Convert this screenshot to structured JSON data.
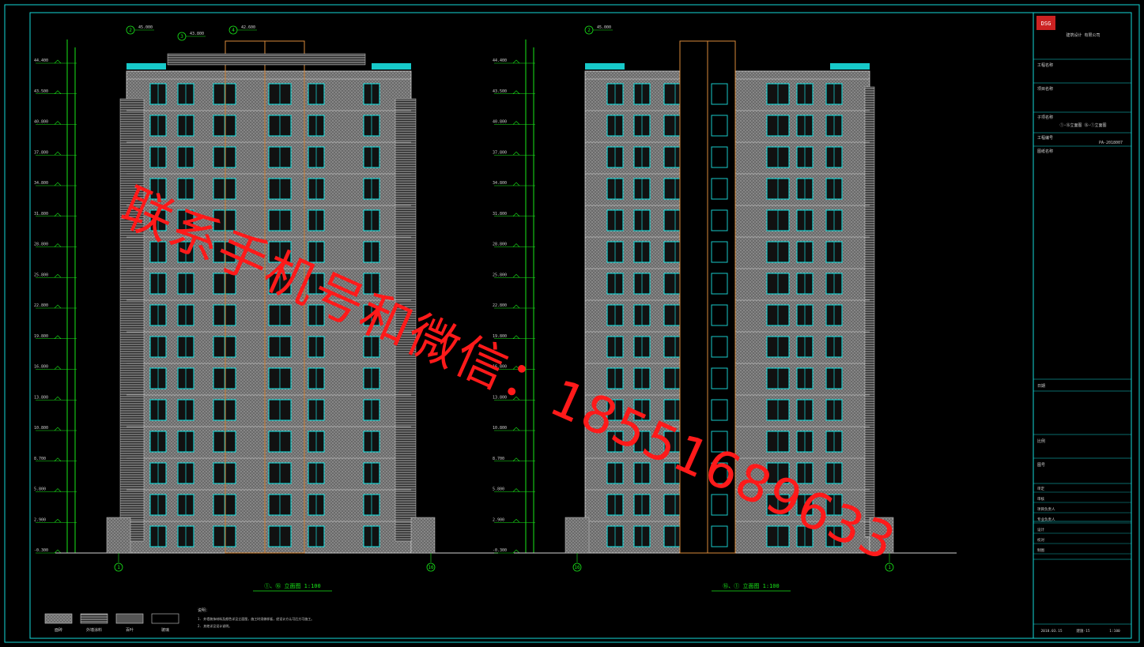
{
  "watermark": {
    "text": "联系手机号和微信：18551689633",
    "color": "#ff1a1a"
  },
  "colors": {
    "frame": "#14d8d8",
    "dimension": "#19e619",
    "facade_lines": "#d0d0d0",
    "window": "#17c9c9",
    "frame_orange": "#d98a3a",
    "background": "#000000"
  },
  "drawings": [
    {
      "id": "left",
      "title": "①、⑯ 立面图 1:100",
      "axis_left": "1",
      "axis_right": "16",
      "floors": 15,
      "levels": [
        "44.400",
        "43.500",
        "40.800",
        "37.800",
        "34.800",
        "31.800",
        "28.800",
        "25.800",
        "22.800",
        "19.800",
        "16.800",
        "13.800",
        "10.800",
        "8.700",
        "5.800",
        "2.900",
        "-0.300"
      ],
      "top_tags": [
        {
          "circle": "2",
          "text": "45.000"
        },
        {
          "circle": "3",
          "text": "43.800"
        },
        {
          "circle": "4",
          "text": "42.600"
        }
      ]
    },
    {
      "id": "right",
      "title": "⑯、① 立面图 1:100",
      "axis_left": "16",
      "axis_right": "1",
      "floors": 15,
      "levels": [
        "44.400",
        "43.500",
        "40.800",
        "37.800",
        "34.800",
        "31.800",
        "28.800",
        "25.800",
        "22.800",
        "19.800",
        "16.800",
        "13.800",
        "10.800",
        "8.700",
        "5.800",
        "2.900",
        "-0.300"
      ],
      "top_tags": [
        {
          "circle": "2",
          "text": "45.000"
        }
      ]
    }
  ],
  "legend": {
    "items": [
      "面砖",
      "外墙涂料",
      "百叶",
      "玻璃"
    ],
    "notes_title": "说明：",
    "notes": [
      "1. 外墙装饰材料及颜色详见立面图，施工时须做样板，经设计方认可后方可施工。",
      "2. 其他详见设计说明。"
    ]
  },
  "title_block": {
    "logo": "DSG",
    "company": "建筑设计 有限公司",
    "sections": [
      "工程名称",
      "项目名称",
      "子项名称",
      "工程编号",
      "图纸名称",
      "日期",
      "比例",
      "图号"
    ],
    "project_no": "PA-2018007",
    "drawing_title": "①-⑯立面图  ⑯-①立面图",
    "sign_rows": [
      "审定",
      "审核",
      "项目负责人",
      "专业负责人",
      "设计",
      "校对",
      "制图"
    ],
    "footer": [
      "2018.03.15",
      "建施-15",
      "1:100"
    ]
  }
}
